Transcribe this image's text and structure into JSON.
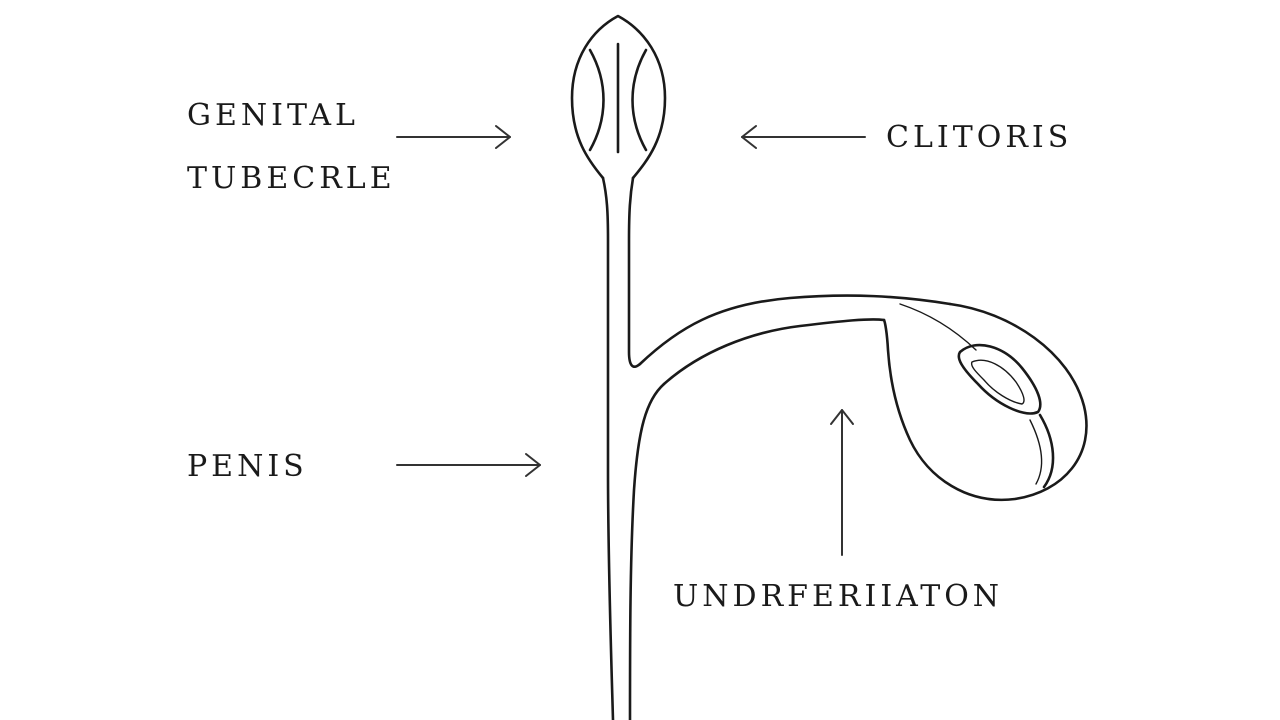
{
  "labels": {
    "genital_tubercle_line1": "GENITAL",
    "genital_tubercle_line2": "TUBECRLE",
    "clitoris": "CLITORIS",
    "penis": "PENIS",
    "undifferentiated": "UNDRFERIIATON"
  },
  "colors": {
    "line": "#1a1a1a",
    "arrow": "#333333",
    "background": "#ffffff"
  }
}
